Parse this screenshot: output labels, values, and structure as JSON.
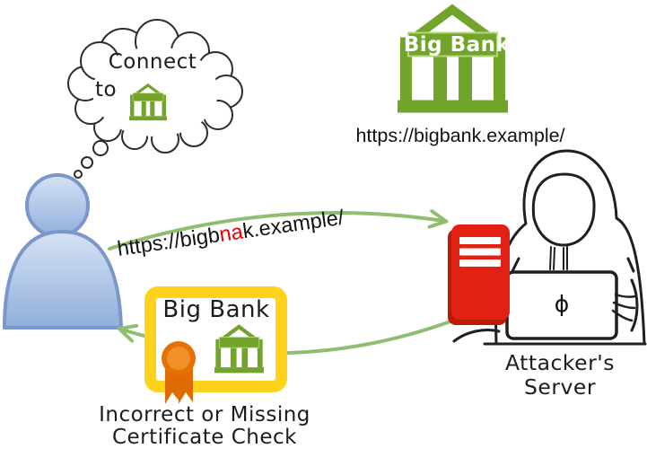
{
  "bank_site": {
    "name": "Big Bank",
    "url": "https://bigbank.example/"
  },
  "thought_bubble": {
    "line1": "Connect",
    "line2": "to"
  },
  "phishing_url": {
    "prefix": "https://bigb",
    "typo": "na",
    "suffix": "k.example/"
  },
  "certificate": {
    "title": "Big Bank"
  },
  "caption": {
    "line1": "Incorrect or Missing",
    "line2": "Certificate Check"
  },
  "attacker_label": {
    "line1": "Attacker's",
    "line2": "Server"
  },
  "laptop_symbol": "ϕ",
  "icons": {
    "bank": "bank-building",
    "cloud": "thought-bubble",
    "user": "person-silhouette",
    "server": "red-server-tower",
    "hacker": "hooded-attacker-with-laptop",
    "seal": "orange-ribbon-seal",
    "arrows": "green-curved-arrows"
  },
  "colors": {
    "bank_green": "#72a42c",
    "banner_border_green": "#b9d37a",
    "arrow_green": "#8fbe70",
    "server_red": "#e32112",
    "server_red_shadow": "#bb1a07",
    "certificate_yellow": "#ffd21e",
    "seal_orange_dark": "#e06c05",
    "seal_orange_light": "#f19026",
    "person_fill_top": "#d7e2f4",
    "person_fill_bottom": "#8fafdc",
    "person_stroke": "#7b97c9",
    "typo_red": "#e80000",
    "ink_black": "#1f1f1f"
  }
}
